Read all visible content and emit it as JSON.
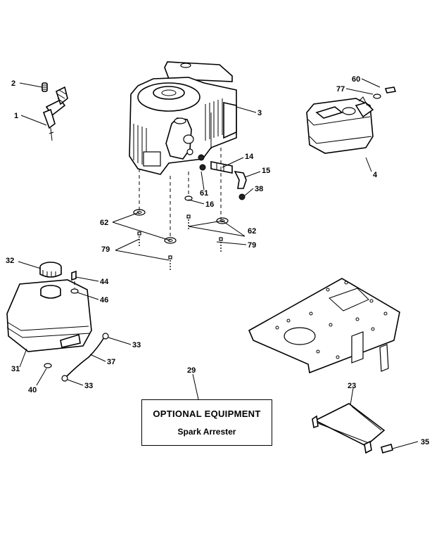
{
  "callouts": {
    "c1": "1",
    "c2": "2",
    "c3": "3",
    "c4": "4",
    "c14": "14",
    "c15": "15",
    "c16": "16",
    "c23": "23",
    "c29": "29",
    "c31": "31",
    "c32": "32",
    "c33a": "33",
    "c33b": "33",
    "c35": "35",
    "c37": "37",
    "c38": "38",
    "c40": "40",
    "c44": "44",
    "c46": "46",
    "c60": "60",
    "c61": "61",
    "c62a": "62",
    "c62b": "62",
    "c77": "77",
    "c79a": "79",
    "c79b": "79"
  },
  "optional_box": {
    "title": "OPTIONAL EQUIPMENT",
    "subtitle": "Spark Arrester"
  },
  "parts": {
    "throttle_control": "throttle-control-icon",
    "engine": "engine-icon",
    "muffler": "muffler-icon",
    "fuel_tank": "fuel-tank-icon",
    "fuel_cap": "fuel-cap-icon",
    "engine_mount_plate": "mount-plate-icon",
    "heat_shield": "heat-shield-icon",
    "fuel_line": "fuel-line-icon",
    "exhaust_pipe": "exhaust-pipe-icon",
    "elbow": "elbow-icon"
  }
}
